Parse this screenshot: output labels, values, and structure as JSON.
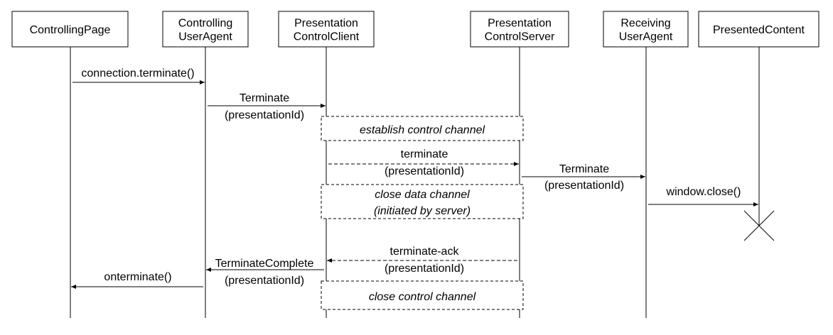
{
  "participants": [
    {
      "id": "controlling-page",
      "lines": [
        "ControllingPage"
      ]
    },
    {
      "id": "controlling-user-agent",
      "lines": [
        "Controlling",
        "UserAgent"
      ]
    },
    {
      "id": "presentation-control-client",
      "lines": [
        "Presentation",
        "ControlClient"
      ]
    },
    {
      "id": "presentation-control-server",
      "lines": [
        "Presentation",
        "ControlServer"
      ]
    },
    {
      "id": "receiving-user-agent",
      "lines": [
        "Receiving",
        "UserAgent"
      ]
    },
    {
      "id": "presented-content",
      "lines": [
        "PresentedContent"
      ]
    }
  ],
  "messages": [
    {
      "id": "connection-terminate",
      "from": "controlling-page",
      "to": "controlling-user-agent",
      "style": "solid",
      "lines": [
        "connection.terminate()"
      ]
    },
    {
      "id": "terminate-request",
      "from": "controlling-user-agent",
      "to": "presentation-control-client",
      "style": "solid",
      "lines": [
        "Terminate",
        "(presentationId)"
      ]
    },
    {
      "id": "terminate-message",
      "from": "presentation-control-client",
      "to": "presentation-control-server",
      "style": "dashed",
      "lines": [
        "terminate",
        "(presentationId)"
      ]
    },
    {
      "id": "terminate-receiving",
      "from": "presentation-control-server",
      "to": "receiving-user-agent",
      "style": "solid",
      "lines": [
        "Terminate",
        "(presentationId)"
      ]
    },
    {
      "id": "window-close",
      "from": "receiving-user-agent",
      "to": "presented-content",
      "style": "solid",
      "lines": [
        "window.close()"
      ]
    },
    {
      "id": "terminate-ack",
      "from": "presentation-control-server",
      "to": "presentation-control-client",
      "style": "dashed",
      "lines": [
        "terminate-ack",
        "(presentationId)"
      ]
    },
    {
      "id": "terminate-complete",
      "from": "presentation-control-client",
      "to": "controlling-user-agent",
      "style": "solid",
      "lines": [
        "TerminateComplete",
        "(presentationId)"
      ]
    },
    {
      "id": "onterminate",
      "from": "controlling-user-agent",
      "to": "controlling-page",
      "style": "solid",
      "lines": [
        "onterminate()"
      ]
    }
  ],
  "notes": [
    {
      "id": "establish-control-channel",
      "lines": [
        "establish control channel"
      ]
    },
    {
      "id": "close-data-channel",
      "lines": [
        "close data channel",
        "(initiated by server)"
      ]
    },
    {
      "id": "close-control-channel",
      "lines": [
        "close control channel"
      ]
    }
  ],
  "destroyed": "presented-content"
}
